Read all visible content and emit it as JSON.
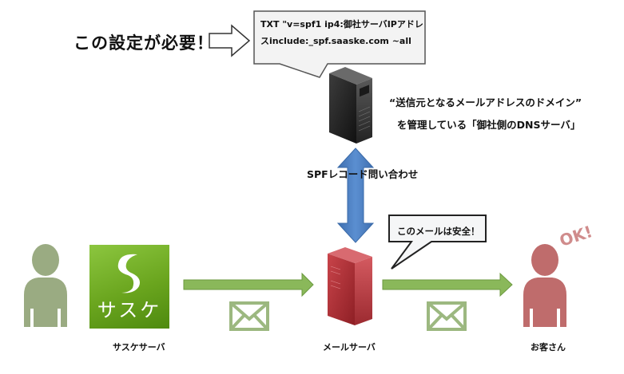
{
  "diagram": {
    "callout": {
      "line1": "TXT \"v=spf1 ip4:御社サーバIPアドレ",
      "line2": "スinclude:_spf.saaske.com ~all"
    },
    "need_label": "この設定が必要！",
    "dns_server": {
      "desc_line1": "“送信元となるメールアドレスのドメイン”",
      "desc_line2": "を管理している「御社側のDNSサーバ」"
    },
    "spf_query_label": "SPFレコード問い合わせ",
    "safe_bubble": "このメールは安全！",
    "nodes": {
      "sasuke": {
        "logo_text": "サスケ",
        "caption": "サスケサーバ"
      },
      "mail_server": {
        "caption": "メールサーバ"
      },
      "customer": {
        "caption": "お客さん",
        "badge": "OK!"
      }
    },
    "icons": {
      "sender_person": "person-icon",
      "sasuke_logo": "sasuke-logo",
      "dns_server": "server-icon",
      "mail_server": "server-icon",
      "customer_person": "person-icon",
      "envelope": "envelope-icon",
      "arrow": "arrow-right-icon",
      "double_arrow": "double-arrow-vertical-icon"
    },
    "colors": {
      "sender_person": "#9aab82",
      "green_arrow": "#8ab85a",
      "envelope": "#9cb880",
      "blue_arrow": "#4f81bd",
      "mail_server": "#b8383e",
      "dns_server": "#2b2b2b",
      "customer_person": "#bf6c6c",
      "logo_green": "#7ab52e"
    }
  }
}
